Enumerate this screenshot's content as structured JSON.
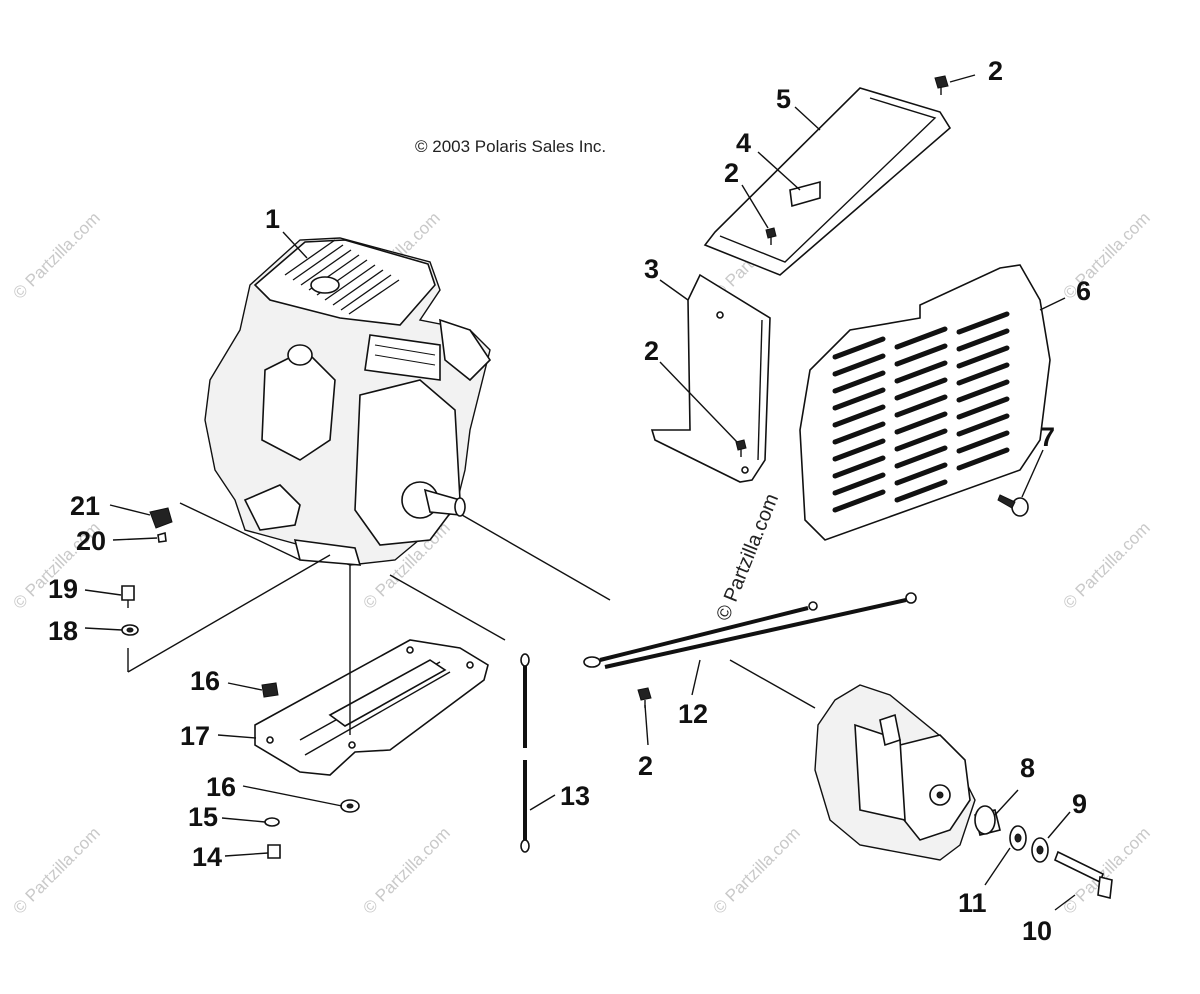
{
  "copyright": "© 2003 Polaris Sales Inc.",
  "watermark_text": "© Partzilla.com",
  "center_watermark_text": "© Partzilla.com",
  "callouts": {
    "c1": "1",
    "c2a": "2",
    "c2b": "2",
    "c2c": "2",
    "c2d": "2",
    "c3": "3",
    "c4": "4",
    "c5": "5",
    "c6": "6",
    "c7": "7",
    "c8": "8",
    "c9": "9",
    "c10": "10",
    "c11": "11",
    "c12": "12",
    "c13": "13",
    "c14": "14",
    "c15": "15",
    "c16a": "16",
    "c16b": "16",
    "c17": "17",
    "c18": "18",
    "c19": "19",
    "c20": "20",
    "c21": "21"
  },
  "colors": {
    "line": "#111111",
    "background": "#ffffff",
    "watermark": "#c9c9c9"
  }
}
